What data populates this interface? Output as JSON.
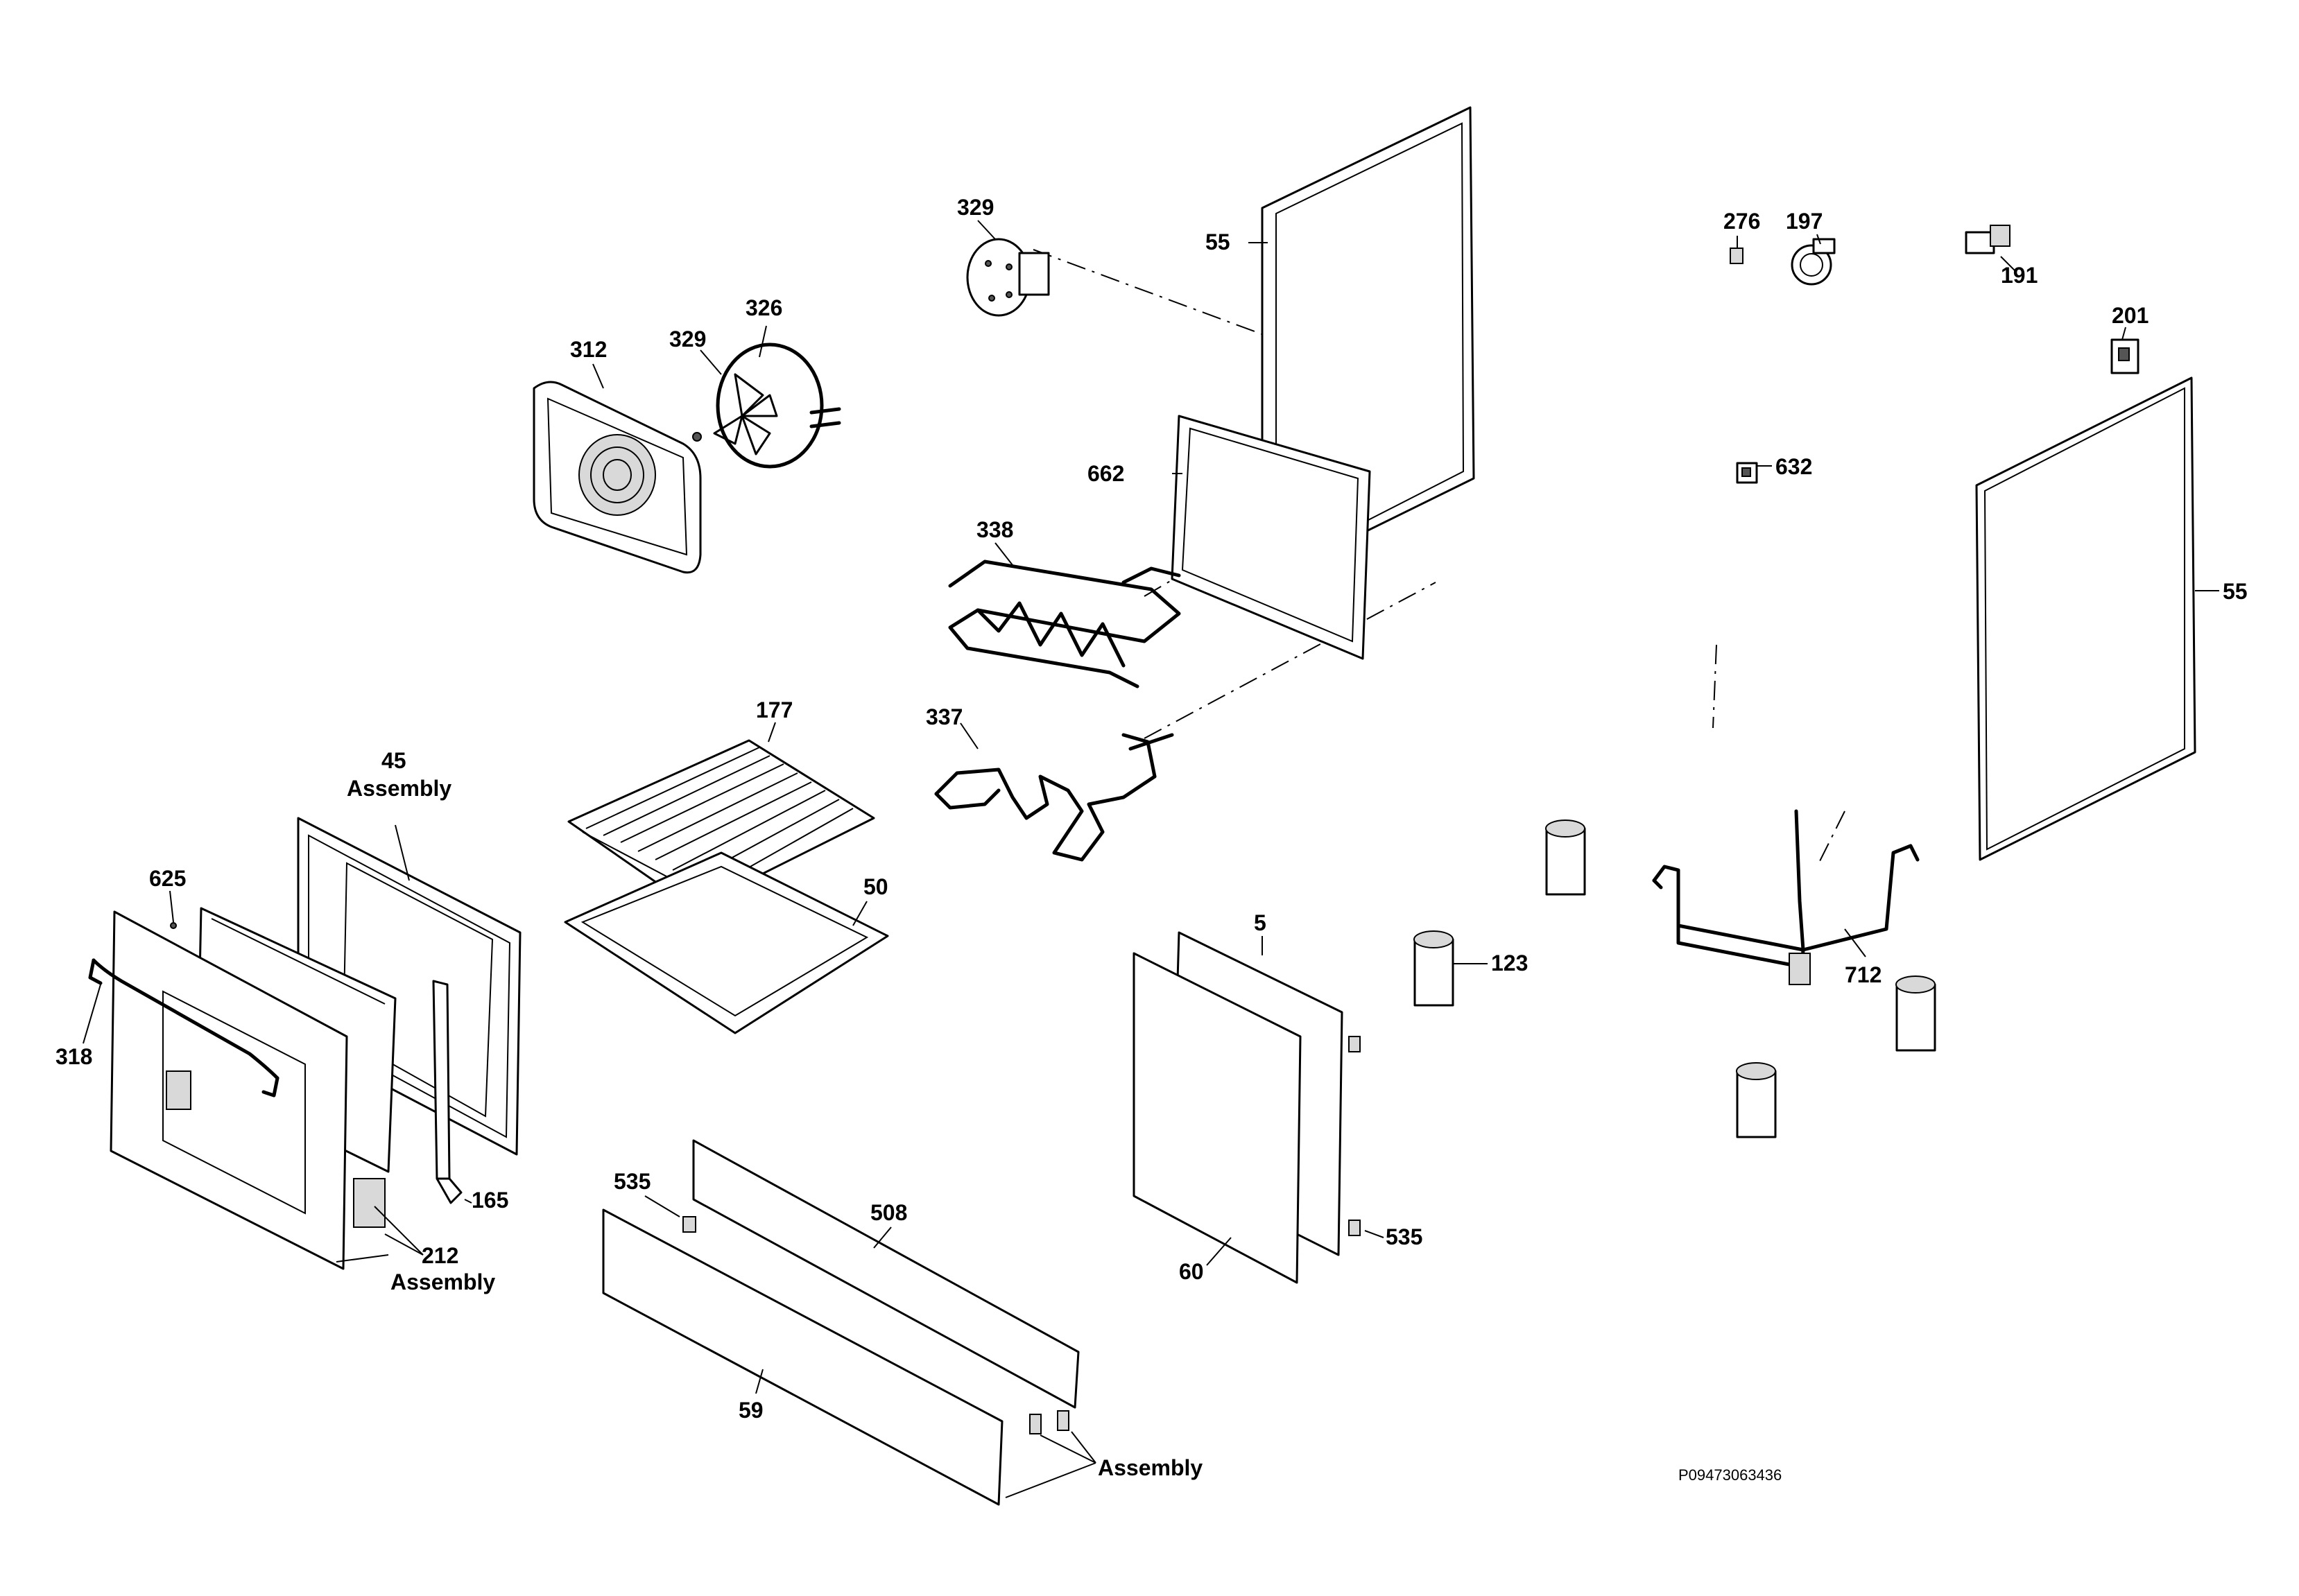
{
  "diagram": {
    "labels": {
      "l329_motor": "329",
      "l55_back": "55",
      "l276": "276",
      "l197": "197",
      "l191": "191",
      "l201": "201",
      "l632": "632",
      "l55_side": "55",
      "l312": "312",
      "l329_fan": "329",
      "l326": "326",
      "l662": "662",
      "l338": "338",
      "l337": "337",
      "l177": "177",
      "l50": "50",
      "l45": "45",
      "l45_assembly": "Assembly",
      "l625": "625",
      "l318": "318",
      "l165": "165",
      "l212": "212",
      "l212_assembly": "Assembly",
      "l5": "5",
      "l60": "60",
      "l535_right": "535",
      "l123": "123",
      "l712": "712",
      "l535_left": "535",
      "l508": "508",
      "l59": "59",
      "l_drawer_assembly": "Assembly"
    },
    "drawing_code": "P09473063436"
  }
}
